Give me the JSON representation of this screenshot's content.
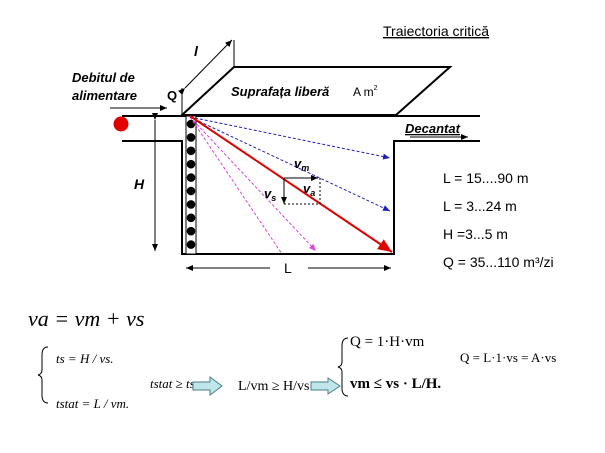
{
  "title": "Traiectoria critică",
  "diagram": {
    "inflow_label_1": "Debitul de",
    "inflow_label_2": "alimentare",
    "q_label": "Q",
    "l_small_label": "l",
    "surface_label": "Suprafața liberă",
    "surface_area": "A m",
    "surface_area_exp": "2",
    "outflow_label": "Decantat",
    "h_label": "H",
    "l_label": "L",
    "vm_label": "v",
    "vm_sub": "m",
    "va_label": "v",
    "va_sub": "a",
    "vs_label": "v",
    "vs_sub": "s",
    "colors": {
      "trajectory": "#e00000",
      "horizontal": "#2020c0",
      "vertical": "#e040e0",
      "arrow_fill": "#bfe6ea"
    }
  },
  "parameters": [
    "L = 15....90 m",
    "L = 3...24 m",
    "H =3...5 m",
    "Q = 35...110 m³/zi"
  ],
  "equations": {
    "vector_sum": "va = vm + vs",
    "ts": "ts = H / vs.",
    "tstat": "tstat = L / vm.",
    "condition": "tstat ≥ ts",
    "ratio": "L/vm ≥ H/vs",
    "q_flow": "Q = 1·H·vm",
    "vm_limit": "vm ≤ vs · L/H.",
    "q_area": "Q = L·1·vs = A·vs"
  }
}
